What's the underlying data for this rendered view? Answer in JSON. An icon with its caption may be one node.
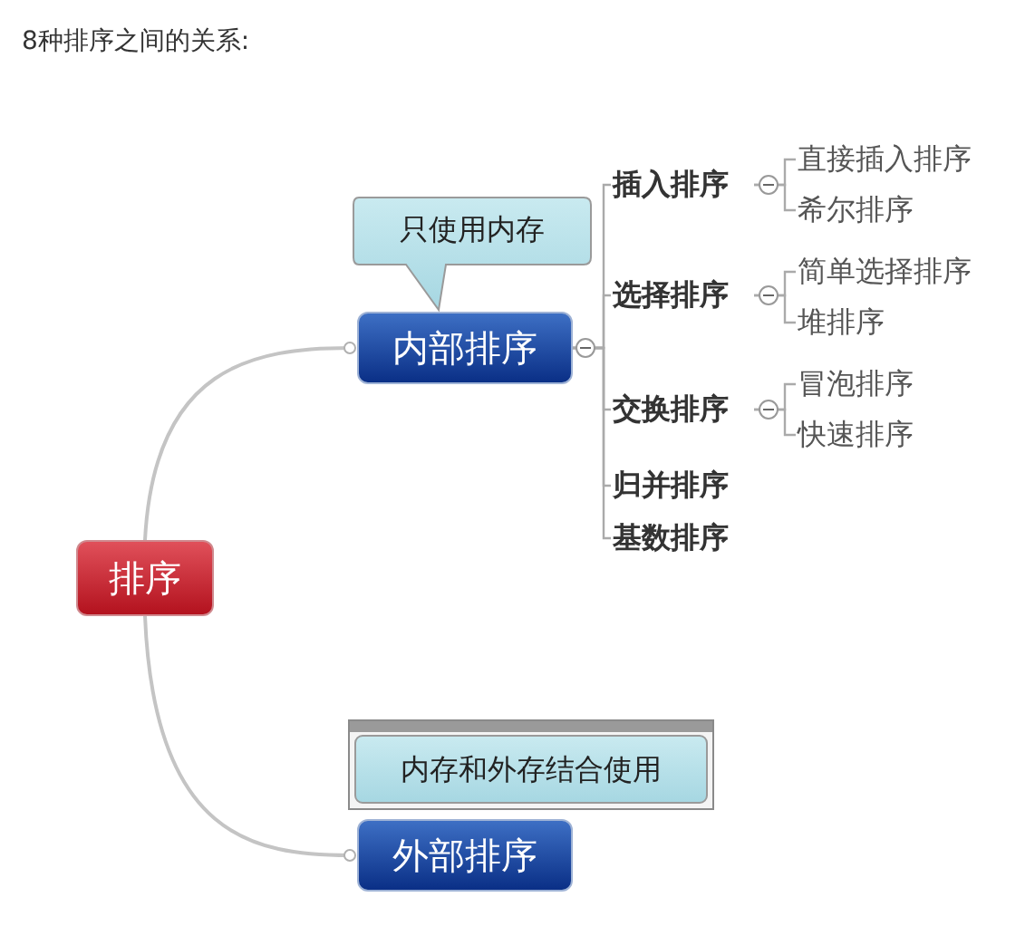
{
  "diagram": {
    "title": "8种排序之间的关系:",
    "nodes": [
      {
        "text": [
          "排序"
        ]
      },
      {
        "text": [
          "内部排序"
        ]
      },
      {
        "text": [
          "只使用内存"
        ]
      },
      {
        "text": [
          "外部排序"
        ]
      },
      {
        "text": [
          "内存和外存结合使用"
        ]
      },
      {
        "text": [
          "插入排序"
        ]
      },
      {
        "text": [
          "选择排序"
        ]
      },
      {
        "text": [
          "交换排序"
        ]
      },
      {
        "text": [
          "归并排序"
        ]
      },
      {
        "text": [
          "基数排序"
        ]
      },
      {
        "text": [
          "直接插入排序"
        ]
      },
      {
        "text": [
          "希尔排序"
        ]
      },
      {
        "text": [
          "简单选择排序"
        ]
      },
      {
        "text": [
          "堆排序"
        ]
      },
      {
        "text": [
          "冒泡排序"
        ]
      },
      {
        "text": [
          "快速排序"
        ]
      }
    ],
    "edges": [
      {
        "from": 0,
        "to": 1,
        "arrow": "other"
      },
      {
        "from": 0,
        "to": 3,
        "arrow": "other"
      },
      {
        "from": 1,
        "to": 5,
        "arrow": "none"
      },
      {
        "from": 1,
        "to": 6,
        "arrow": "none"
      },
      {
        "from": 1,
        "to": 7,
        "arrow": "none"
      },
      {
        "from": 1,
        "to": 8,
        "arrow": "none"
      },
      {
        "from": 1,
        "to": 9,
        "arrow": "none"
      },
      {
        "from": 5,
        "to": 10,
        "arrow": "none"
      },
      {
        "from": 5,
        "to": 11,
        "arrow": "none"
      },
      {
        "from": 6,
        "to": 12,
        "arrow": "none"
      },
      {
        "from": 6,
        "to": 13,
        "arrow": "none"
      },
      {
        "from": 7,
        "to": 14,
        "arrow": "none"
      },
      {
        "from": 7,
        "to": 15,
        "arrow": "none"
      }
    ]
  }
}
